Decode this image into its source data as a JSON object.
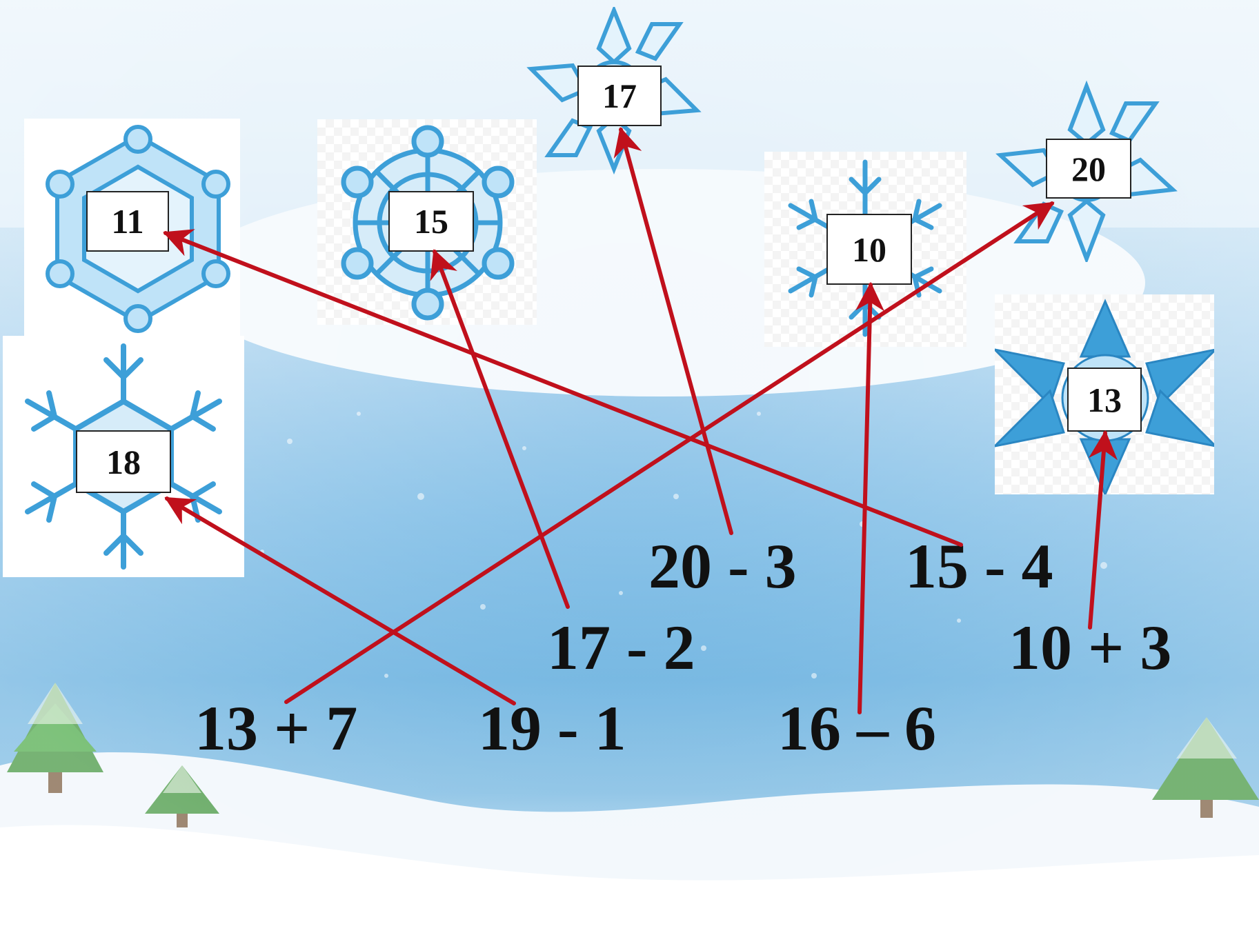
{
  "colors": {
    "arrow": "#c0101c",
    "flake_stroke": "#3d9fd8",
    "flake_fill": "#bfe3f8",
    "sky_top": "#e7f3fb",
    "water": "#5aa9dc",
    "snow": "#ffffff",
    "tree": "#2e8a2a"
  },
  "answers": {
    "a11": "11",
    "a15": "15",
    "a17": "17",
    "a10": "10",
    "a20": "20",
    "a13": "13",
    "a18": "18"
  },
  "expressions": {
    "e20_3": "20 - 3",
    "e15_4": "15 - 4",
    "e17_2": "17 - 2",
    "e10_3": "10 + 3",
    "e13_7": "13 + 7",
    "e19_1": "19 - 1",
    "e16_6": "16 – 6"
  },
  "icons": {
    "snowflake": "snowflake-icon",
    "tree": "fir-tree-icon"
  }
}
